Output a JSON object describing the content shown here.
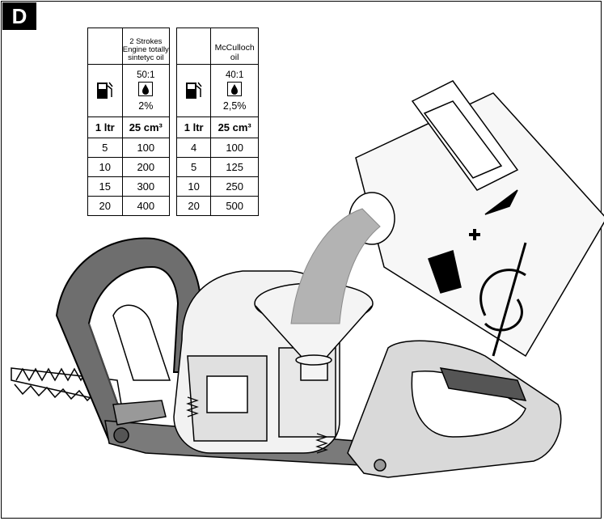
{
  "figure": {
    "label": "D"
  },
  "tables": [
    {
      "header": "2 Strokes\nEngine totally\nsintetyc oil",
      "ratio": "50:1",
      "percent": "2%",
      "col1_unit": "1 ltr",
      "col2_unit": "25 cm³",
      "rows": [
        {
          "fuel": "5",
          "oil": "100"
        },
        {
          "fuel": "10",
          "oil": "200"
        },
        {
          "fuel": "15",
          "oil": "300"
        },
        {
          "fuel": "20",
          "oil": "400"
        }
      ]
    },
    {
      "header": "McCulloch\noil",
      "ratio": "40:1",
      "percent": "2,5%",
      "col1_unit": "1 ltr",
      "col2_unit": "25 cm³",
      "rows": [
        {
          "fuel": "4",
          "oil": "100"
        },
        {
          "fuel": "5",
          "oil": "125"
        },
        {
          "fuel": "10",
          "oil": "250"
        },
        {
          "fuel": "20",
          "oil": "500"
        }
      ]
    }
  ],
  "icons": [
    "fuel-pump-icon",
    "oil-drop-icon",
    "fuel-plus-oil-icon",
    "shake-mix-icon"
  ],
  "colors": {
    "line": "#000000",
    "fuel_stream": "#b3b3b3",
    "body_light": "#e6e6e6",
    "handle_dark": "#6e6e6e"
  }
}
